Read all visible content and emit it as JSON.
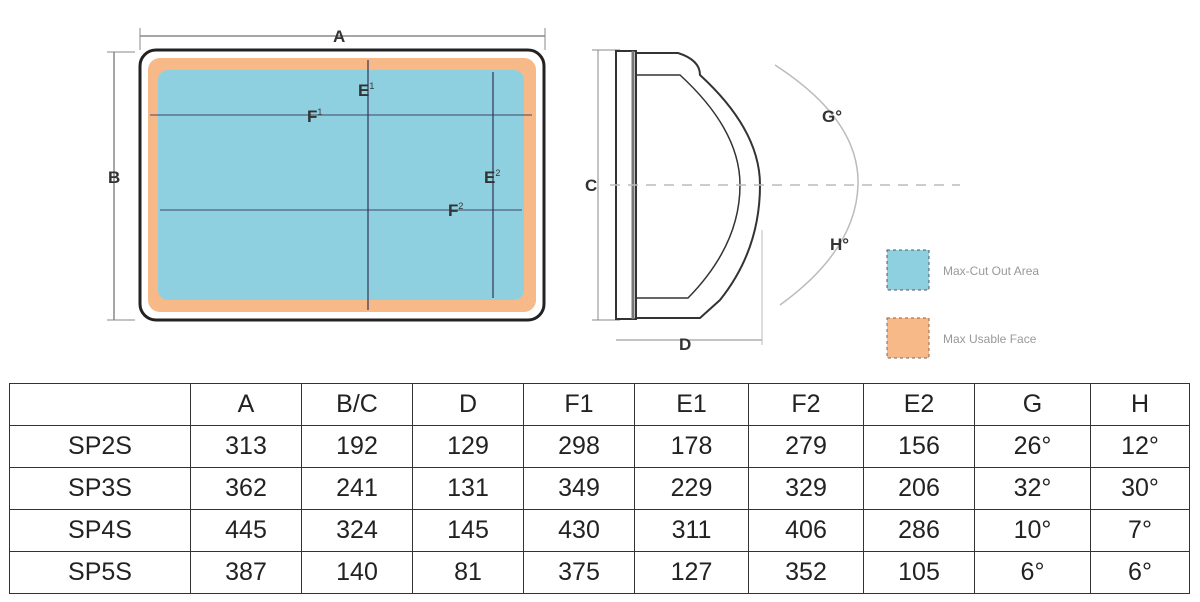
{
  "diagram": {
    "front_view": {
      "A": "A",
      "B": "B",
      "E1": "E",
      "E1_sup": "1",
      "F1": "F",
      "F1_sup": "1",
      "E2": "E",
      "E2_sup": "2",
      "F2": "F",
      "F2_sup": "2"
    },
    "side_view": {
      "C": "C",
      "D": "D",
      "G": "G°",
      "H": "H°"
    },
    "legend": [
      {
        "label": "Max-Cut Out Area",
        "color": "#8fd0e0"
      },
      {
        "label": "Max Usable Face",
        "color": "#f7b987"
      }
    ]
  },
  "table": {
    "headers": [
      "",
      "A",
      "B/C",
      "D",
      "F1",
      "E1",
      "F2",
      "E2",
      "G",
      "H"
    ],
    "rows": [
      [
        "SP2S",
        "313",
        "192",
        "129",
        "298",
        "178",
        "279",
        "156",
        "26°",
        "12°"
      ],
      [
        "SP3S",
        "362",
        "241",
        "131",
        "349",
        "229",
        "329",
        "206",
        "32°",
        "30°"
      ],
      [
        "SP4S",
        "445",
        "324",
        "145",
        "430",
        "311",
        "406",
        "286",
        "10°",
        "7°"
      ],
      [
        "SP5S",
        "387",
        "140",
        "81",
        "375",
        "127",
        "352",
        "105",
        "6°",
        "6°"
      ]
    ]
  }
}
